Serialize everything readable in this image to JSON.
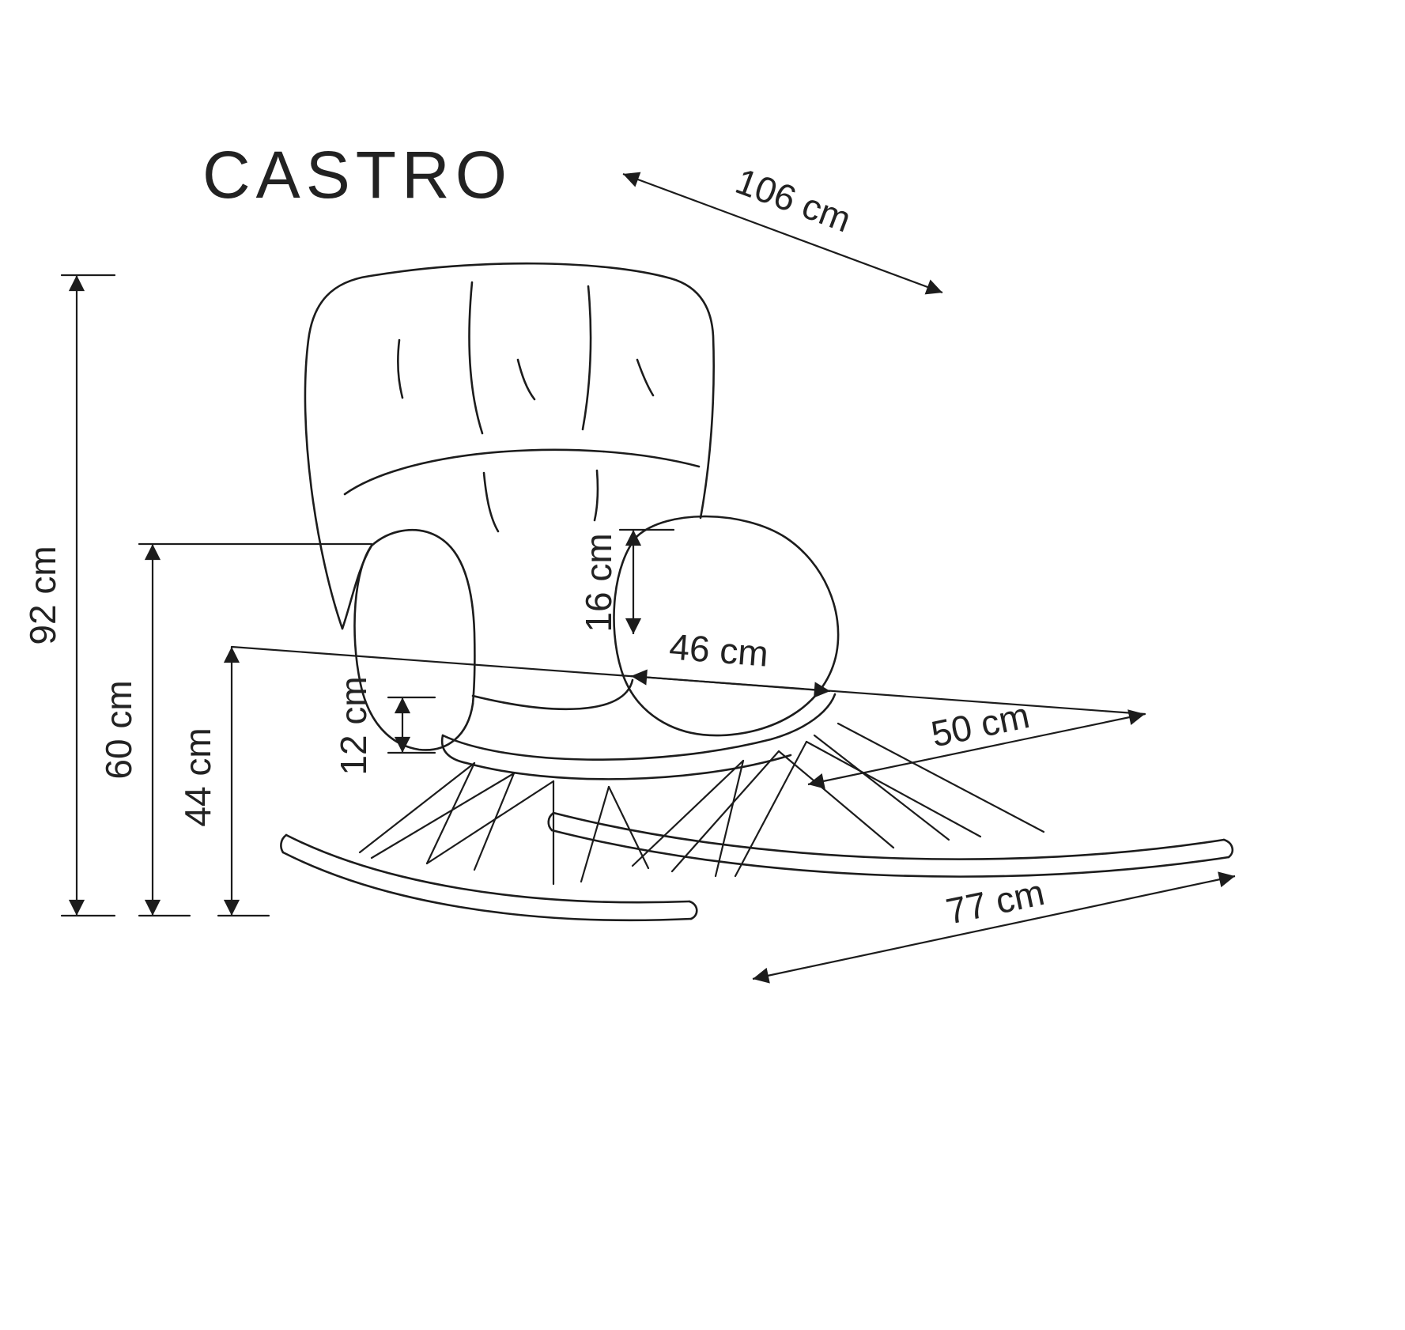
{
  "title": "CASTRO",
  "dimension_labels": {
    "depth_106": "106 cm",
    "height_92": "92 cm",
    "armrest_height_60": "60 cm",
    "seat_height_44": "44 cm",
    "armrest_over_seat_16": "16 cm",
    "seat_width_46": "46 cm",
    "rocker_offset_12": "12 cm",
    "seat_depth_50": "50 cm",
    "width_77": "77 cm"
  },
  "colors": {
    "line": "#1c1c1c",
    "background": "#ffffff"
  }
}
